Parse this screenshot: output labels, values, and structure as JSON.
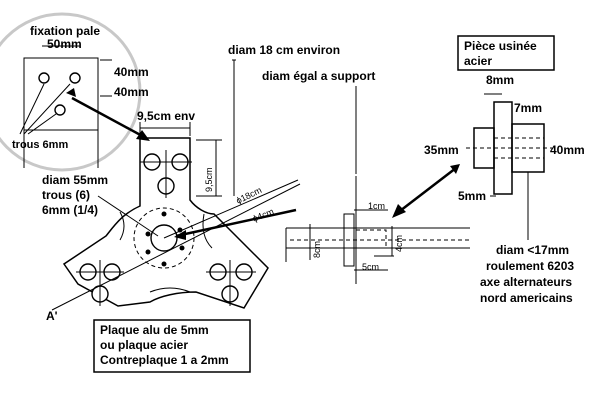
{
  "inset": {
    "title": "fixation pale",
    "dim_top": "50mm",
    "dim_right_1": "40mm",
    "dim_right_2": "40mm",
    "holes_label": "trous 6mm"
  },
  "plate": {
    "width_label": "9,5cm env",
    "height_label": "9,5cm",
    "dia_18_label": "ϕ18cm",
    "dia_4_label": "ϕ4cm",
    "hub_note_line1": "diam 55mm",
    "hub_note_line2": "trous (6)",
    "hub_note_line3": "6mm (1/4)",
    "section_label": "A'"
  },
  "top_notes": {
    "line1": "diam 18 cm environ",
    "line2": "diam égal a support"
  },
  "material_box": {
    "line1": "Plaque alu de 5mm",
    "line2": "ou plaque acier",
    "line3": "Contreplaque 1 a 2mm"
  },
  "section": {
    "dim_1cm": "1cm",
    "dim_8cm": "8cm",
    "dim_4cm": "4cm",
    "dim_5cm": "5cm"
  },
  "machined_part": {
    "title_line1": "Pièce usinée",
    "title_line2": "acier",
    "dim_8mm": "8mm",
    "dim_7mm": "7mm",
    "dim_35mm": "35mm",
    "dim_40mm": "40mm",
    "dim_5mm": "5mm",
    "note_line1": "diam <17mm",
    "note_line2": "roulement 6203",
    "note_line3": "axe alternateurs",
    "note_line4": "nord americains"
  }
}
